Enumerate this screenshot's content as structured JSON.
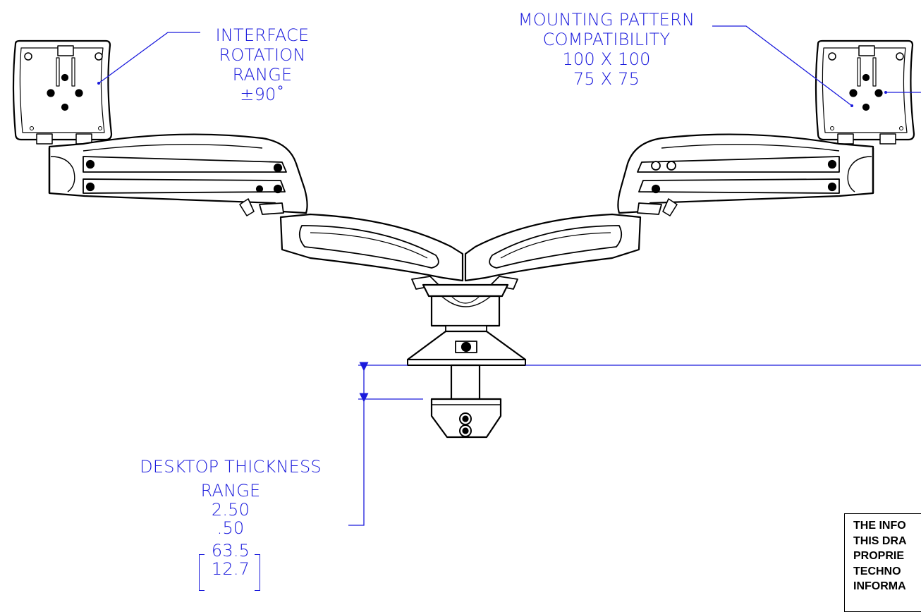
{
  "callouts": {
    "interface_rotation": {
      "line1": "INTERFACE",
      "line2": "ROTATION",
      "line3": "RANGE",
      "line4": "±90˚"
    },
    "mounting_pattern": {
      "line1": "MOUNTING PATTERN",
      "line2": "COMPATIBILITY",
      "line3": "100 X 100",
      "line4": "75 X 75"
    },
    "desktop_thickness": {
      "line1": "DESKTOP THICKNESS",
      "line2": "RANGE",
      "line3": "2.50",
      "line4": ".50",
      "line5": "63.5",
      "line6": "12.7"
    }
  },
  "notice": {
    "line1": "THE INFO",
    "line2": "THIS DRA",
    "line3": "PROPRIE",
    "line4": "TECHNO",
    "line5": "INFORMA"
  },
  "colors": {
    "annotation": "#1a1adc",
    "linework": "#000000",
    "background": "#ffffff"
  }
}
